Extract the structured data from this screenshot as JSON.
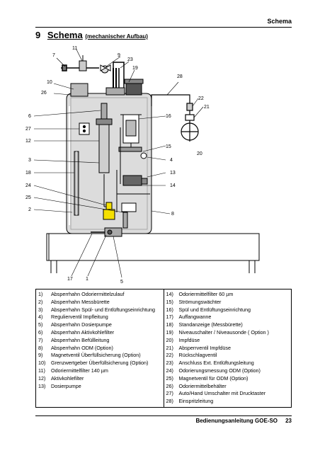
{
  "header": {
    "section": "Schema"
  },
  "title": {
    "number": "9",
    "main": "Schema",
    "sub": "(mechanischer Aufbau)"
  },
  "diagram_labels": {
    "l1": "1",
    "l2": "2",
    "l3": "3",
    "l4": "4",
    "l5": "5",
    "l6": "6",
    "l7": "7",
    "l8": "8",
    "l9": "9",
    "l10": "10",
    "l11": "11",
    "l12": "12",
    "l13": "13",
    "l14": "14",
    "l15": "15",
    "l16": "16",
    "l17": "17",
    "l18": "18",
    "l19": "19",
    "l20": "20",
    "l21": "21",
    "l22": "22",
    "l23": "23",
    "l24": "24",
    "l25": "25",
    "l26": "26",
    "l27": "27",
    "l28": "28"
  },
  "legend": {
    "left": [
      {
        "n": "1)",
        "t": "Absperrhahn Odoriermittelzulauf"
      },
      {
        "n": "2)",
        "t": "Absperrhahn Messbürette"
      },
      {
        "n": "3)",
        "t": "Absperrhahn Spül- und Entlüftungseinrichtung"
      },
      {
        "n": "4)",
        "t": "Regulierventil Impfleitung"
      },
      {
        "n": "5)",
        "t": "Absperrhahn Dosierpumpe"
      },
      {
        "n": "6)",
        "t": "Absperrhahn Aktivkohlefilter"
      },
      {
        "n": "7)",
        "t": "Absperrhahn Befüllleitung"
      },
      {
        "n": "8)",
        "t": "Absperrhahn ODM (Option)"
      },
      {
        "n": "9)",
        "t": "Magnetventil Überfüllsicherung (Option)"
      },
      {
        "n": "10)",
        "t": "Grenzwertgeber Überfüllsicherung (Option)"
      },
      {
        "n": "11)",
        "t": "Odoriermittelfilter 140 µm"
      },
      {
        "n": "12)",
        "t": "Aktivkohlefilter"
      },
      {
        "n": "13)",
        "t": "Dosierpumpe"
      }
    ],
    "right": [
      {
        "n": "14)",
        "t": "Odoriermittelfilter 60 µm"
      },
      {
        "n": "15)",
        "t": "Strömungswächter"
      },
      {
        "n": "16)",
        "t": "Spül und Entlüftungseinrichtung"
      },
      {
        "n": "17)",
        "t": "Auffangwanne"
      },
      {
        "n": "18)",
        "t": "Standanzeige (Messbürette)"
      },
      {
        "n": "19)",
        "t": "Niveauschalter / Niveausonde ( Option )"
      },
      {
        "n": "20)",
        "t": "Impfdüse"
      },
      {
        "n": "21)",
        "t": "Absperrventil Impfdüse"
      },
      {
        "n": "22)",
        "t": "Rückschlagventil"
      },
      {
        "n": "23)",
        "t": "Anschluss Ext. Entlüftungsleitung"
      },
      {
        "n": "24)",
        "t": "Odorierungsmessung ODM (Option)"
      },
      {
        "n": "25)",
        "t": "Magnetventil für ODM (Option)"
      },
      {
        "n": "26)",
        "t": "Odoriermittelbehälter"
      },
      {
        "n": "27)",
        "t": "Auto/Hand Umschalter mit Drucktaster"
      },
      {
        "n": "28)",
        "t": "Einspritzleitung"
      }
    ]
  },
  "footer": {
    "title": "Bedienungsanleitung GOE-SO",
    "page": "23"
  }
}
